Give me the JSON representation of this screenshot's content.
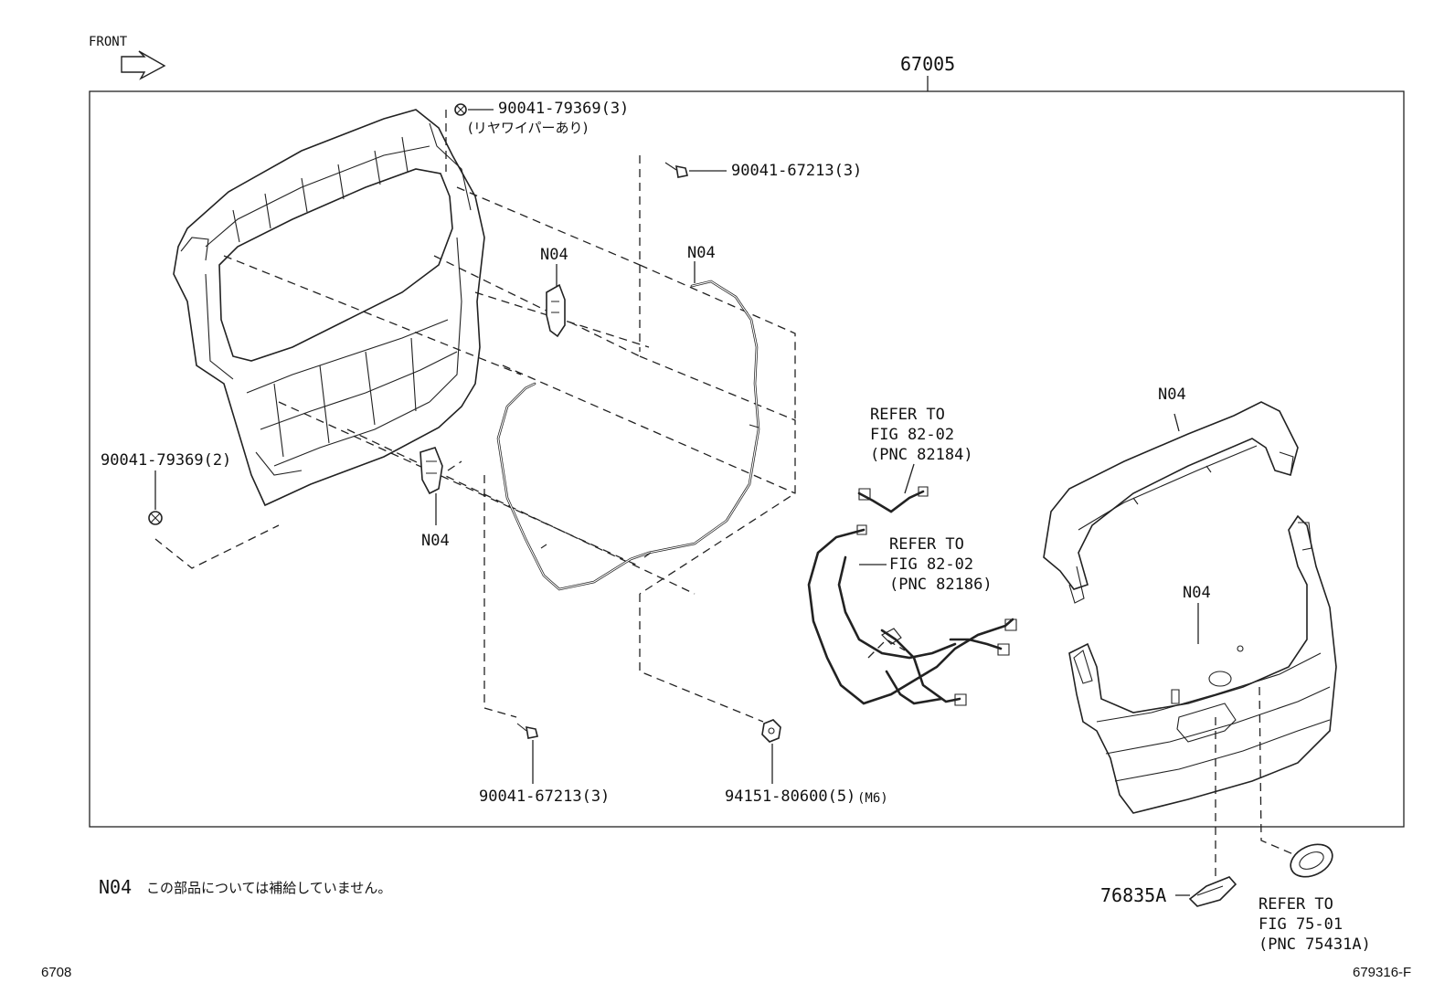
{
  "front_label": "FRONT",
  "assembly_number": "67005",
  "callouts": {
    "bolt_top": "90041-79369(3)",
    "bolt_top_note": "(リヤワイパーあり)",
    "screw_top": "90041-67213(3)",
    "bolt_left": "90041-79369(2)",
    "screw_bottom": "90041-67213(3)",
    "nut_bottom": "94151-80600(5)",
    "nut_bottom_suffix": "(M6)",
    "n04_bracket_upper": "N04",
    "n04_wire_upper": "N04",
    "n04_bracket_lower": "N04",
    "n04_spoiler": "N04",
    "n04_outer_panel": "N04",
    "handle_part": "76835A"
  },
  "refers": {
    "harness_a": [
      "REFER TO",
      "FIG 82-02",
      "(PNC 82184)"
    ],
    "harness_b": [
      "REFER TO",
      "FIG 82-02",
      "(PNC 82186)"
    ],
    "emblem": [
      "REFER TO",
      "FIG 75-01",
      "(PNC 75431A)"
    ]
  },
  "legend": {
    "code": "N04",
    "text": "この部品については補給していません。"
  },
  "footer": {
    "page_code": "6708",
    "figure_id": "679316-F"
  }
}
